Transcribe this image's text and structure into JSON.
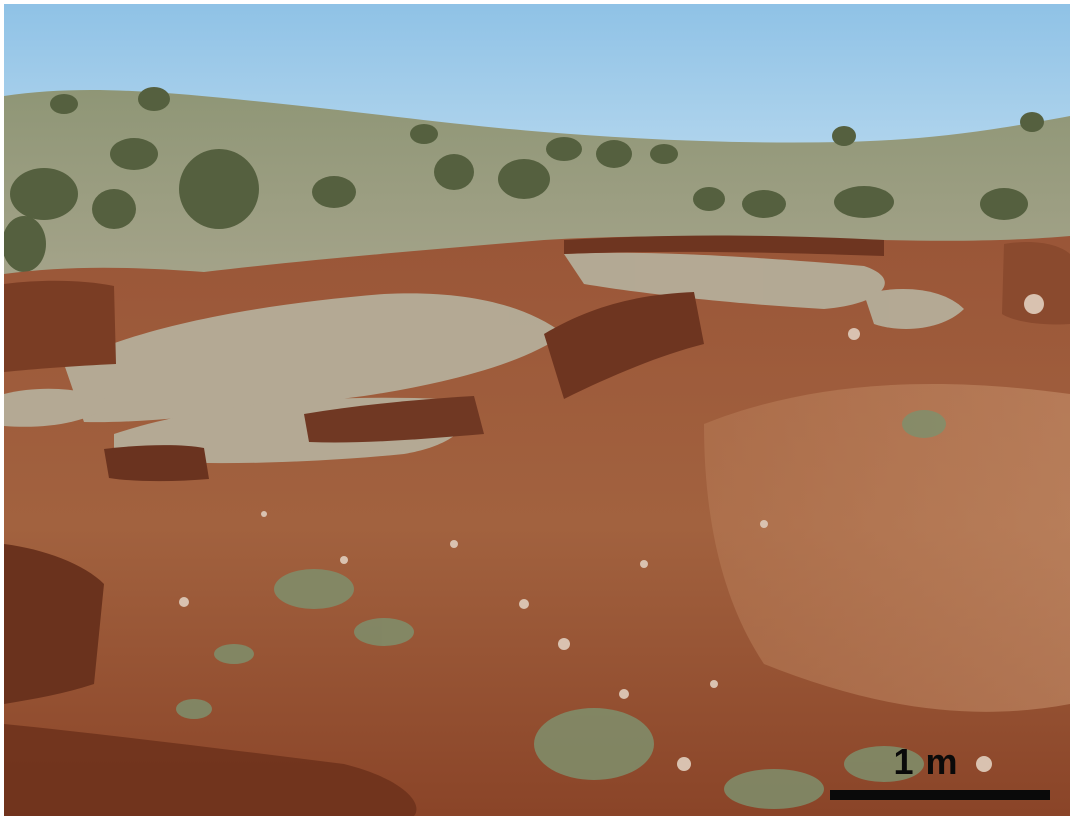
{
  "photo": {
    "scene": "eroded-hillslope",
    "colors": {
      "sky_top": "#8fc2e6",
      "sky_bottom": "#c5e0f1",
      "vegetation_far": "#8c9470",
      "vegetation_shrub": "#4f5a3c",
      "grass_dry": "#b8b2a0",
      "soil_red": "#9a5638",
      "soil_dark": "#6e3520",
      "soil_light": "#b98060"
    }
  },
  "scale_bar": {
    "label": "1 m",
    "length_m": 1
  }
}
